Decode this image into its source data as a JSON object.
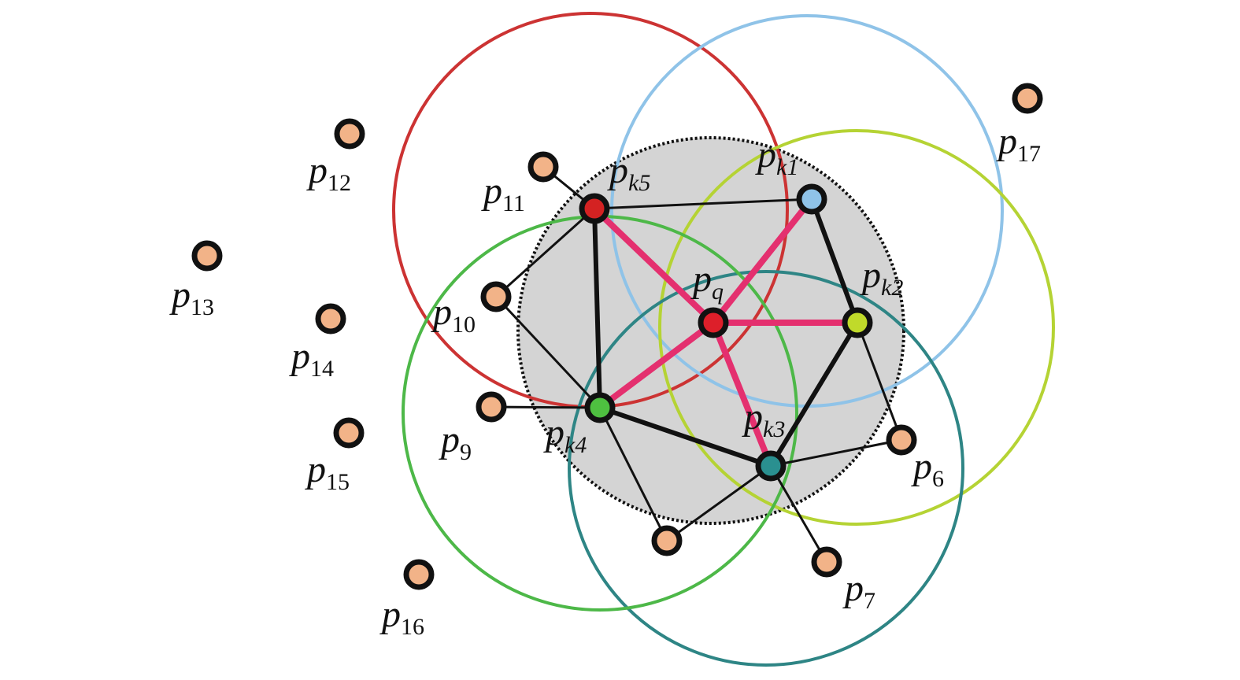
{
  "colors": {
    "background": "#ffffff",
    "shaded_region_fill": "#d4d4d4",
    "shaded_region_border": "#111111",
    "circle_pk5": "#cc3333",
    "circle_pk1": "#8fc3e8",
    "circle_pk2": "#b5d334",
    "circle_pk3": "#2e8585",
    "circle_pk4": "#4db848",
    "node_fill_other": "#f2b388",
    "node_fill_pq": "#dd1f2a",
    "node_fill_pk5": "#d42222",
    "node_fill_pk1": "#8fc3e8",
    "node_fill_pk2": "#c0da2a",
    "node_fill_pk3": "#2a9090",
    "node_fill_pk4": "#4ec040",
    "node_outline": "#111111",
    "edge_black": "#111111",
    "edge_pink": "#e4306f"
  },
  "nodes": {
    "pq": {
      "base": "p",
      "sub": "q",
      "sub_italic": true,
      "fill_key": "node_fill_pq"
    },
    "pk1": {
      "base": "p",
      "sub": "k1",
      "sub_italic": true,
      "fill_key": "node_fill_pk1"
    },
    "pk2": {
      "base": "p",
      "sub": "k2",
      "sub_italic": true,
      "fill_key": "node_fill_pk2"
    },
    "pk3": {
      "base": "p",
      "sub": "k3",
      "sub_italic": true,
      "fill_key": "node_fill_pk3"
    },
    "pk4": {
      "base": "p",
      "sub": "k4",
      "sub_italic": true,
      "fill_key": "node_fill_pk4"
    },
    "pk5": {
      "base": "p",
      "sub": "k5",
      "sub_italic": true,
      "fill_key": "node_fill_pk5"
    },
    "p6": {
      "base": "p",
      "sub": "6",
      "sub_italic": false,
      "fill_key": "node_fill_other"
    },
    "p7": {
      "base": "p",
      "sub": "7",
      "sub_italic": false,
      "fill_key": "node_fill_other"
    },
    "p8": {
      "base": "",
      "sub": "",
      "sub_italic": false,
      "fill_key": "node_fill_other"
    },
    "p9": {
      "base": "p",
      "sub": "9",
      "sub_italic": false,
      "fill_key": "node_fill_other"
    },
    "p10": {
      "base": "p",
      "sub": "10",
      "sub_italic": false,
      "fill_key": "node_fill_other"
    },
    "p11": {
      "base": "p",
      "sub": "11",
      "sub_italic": false,
      "fill_key": "node_fill_other"
    },
    "p12": {
      "base": "p",
      "sub": "12",
      "sub_italic": false,
      "fill_key": "node_fill_other"
    },
    "p13": {
      "base": "p",
      "sub": "13",
      "sub_italic": false,
      "fill_key": "node_fill_other"
    },
    "p14": {
      "base": "p",
      "sub": "14",
      "sub_italic": false,
      "fill_key": "node_fill_other"
    },
    "p15": {
      "base": "p",
      "sub": "15",
      "sub_italic": false,
      "fill_key": "node_fill_other"
    },
    "p16": {
      "base": "p",
      "sub": "16",
      "sub_italic": false,
      "fill_key": "node_fill_other"
    },
    "p17": {
      "base": "p",
      "sub": "17",
      "sub_italic": false,
      "fill_key": "node_fill_other"
    }
  },
  "edges": [
    {
      "from": "pq",
      "to": "pk1",
      "style": "pink"
    },
    {
      "from": "pq",
      "to": "pk2",
      "style": "pink"
    },
    {
      "from": "pq",
      "to": "pk3",
      "style": "pink"
    },
    {
      "from": "pq",
      "to": "pk4",
      "style": "pink"
    },
    {
      "from": "pq",
      "to": "pk5",
      "style": "pink"
    },
    {
      "from": "pk5",
      "to": "pk4",
      "style": "thick"
    },
    {
      "from": "pk4",
      "to": "pk3",
      "style": "thick"
    },
    {
      "from": "pk3",
      "to": "pk2",
      "style": "thick"
    },
    {
      "from": "pk2",
      "to": "pk1",
      "style": "thick"
    },
    {
      "from": "pk5",
      "to": "pk1",
      "style": "thin"
    },
    {
      "from": "pk5",
      "to": "p11",
      "style": "thin"
    },
    {
      "from": "pk5",
      "to": "p10",
      "style": "thin"
    },
    {
      "from": "p10",
      "to": "pk4",
      "style": "thin"
    },
    {
      "from": "p9",
      "to": "pk4",
      "style": "thin"
    },
    {
      "from": "pk4",
      "to": "p8",
      "style": "thin"
    },
    {
      "from": "p8",
      "to": "pk3",
      "style": "thin"
    },
    {
      "from": "pk3",
      "to": "p7",
      "style": "thin"
    },
    {
      "from": "pk3",
      "to": "p6",
      "style": "thin"
    },
    {
      "from": "p6",
      "to": "pk2",
      "style": "thin"
    }
  ]
}
